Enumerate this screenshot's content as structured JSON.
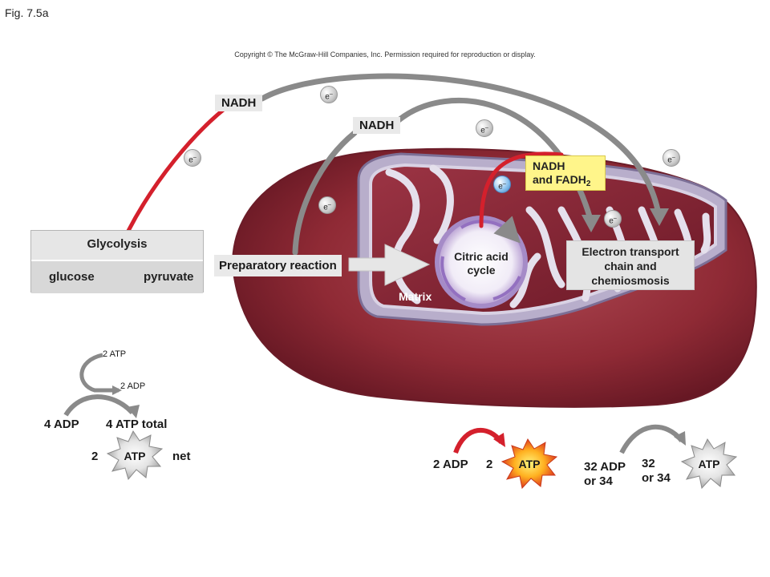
{
  "figure_label": "Fig. 7.5a",
  "copyright": "Copyright © The McGraw-Hill Companies, Inc. Permission required for reproduction or display.",
  "electron_label": "e",
  "electron_superscript": "–",
  "nadh_label": "NADH",
  "nadh_fadh": {
    "line1": "NADH",
    "line2": "and FADH",
    "subscript": "2"
  },
  "glycolysis": {
    "title": "Glycolysis",
    "left": "glucose",
    "right": "pyruvate"
  },
  "preparatory_reaction": "Preparatory reaction",
  "citric_acid_cycle": {
    "line1": "Citric acid",
    "line2": "cycle"
  },
  "matrix": "Matrix",
  "electron_transport": {
    "line1": "Electron transport",
    "line2": "chain and",
    "line3": "chemiosmosis"
  },
  "glycolysis_atp": {
    "top_atp": "2 ATP",
    "top_adp": "2 ADP",
    "adp_in": "4 ADP",
    "atp_total": "4 ATP total",
    "net_count": "2",
    "atp": "ATP",
    "net": "net"
  },
  "citric_atp": {
    "adp": "2 ADP",
    "count": "2",
    "atp": "ATP"
  },
  "etc_atp": {
    "adp_line1": "32 ADP",
    "adp_line2": "or 34",
    "count_line1": "32",
    "count_line2": "or 34",
    "atp": "ATP"
  },
  "colors": {
    "mito_outer": "#8f2a35",
    "mito_inner": "#7a1d2b",
    "membrane": "#9b8fb0",
    "red_arrow": "#d4202c",
    "grey_arrow": "#8a8a8a",
    "label_box": "#e9e9e9",
    "nadh_fadh_box": "#fff58a",
    "cycle": "#b49ad0"
  }
}
